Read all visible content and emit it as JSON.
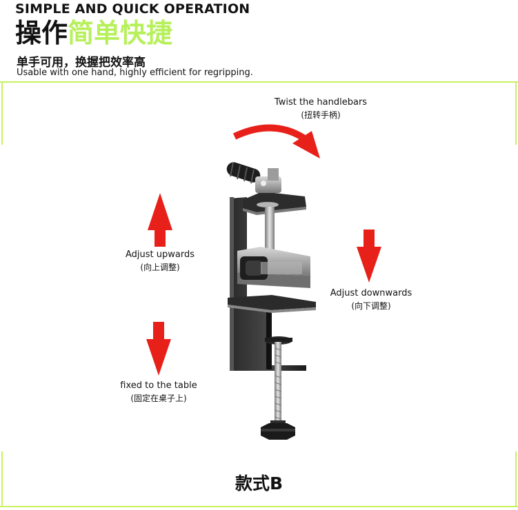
{
  "header": {
    "title_en": "SIMPLE AND QUICK OPERATION",
    "title_cn_dark": "操作",
    "title_cn_accent": "简单快捷",
    "subtitle_cn": "单手可用，换握把效率高",
    "subtitle_en": "Usable with one hand, highly efficient for regripping."
  },
  "annotations": {
    "twist_en": "Twist the handlebars",
    "twist_cn": "(扭转手柄)",
    "up_en": "Adjust upwards",
    "up_cn": "(向上调整)",
    "down_en": "Adjust downwards",
    "down_cn": "(向下调整)",
    "fixed_en": "fixed to the table",
    "fixed_cn": "(固定在桌子上)"
  },
  "footer": {
    "model": "款式B"
  },
  "colors": {
    "accent": "#b6f05a",
    "frame": "#c6f25e",
    "arrow": "#e8201a"
  }
}
